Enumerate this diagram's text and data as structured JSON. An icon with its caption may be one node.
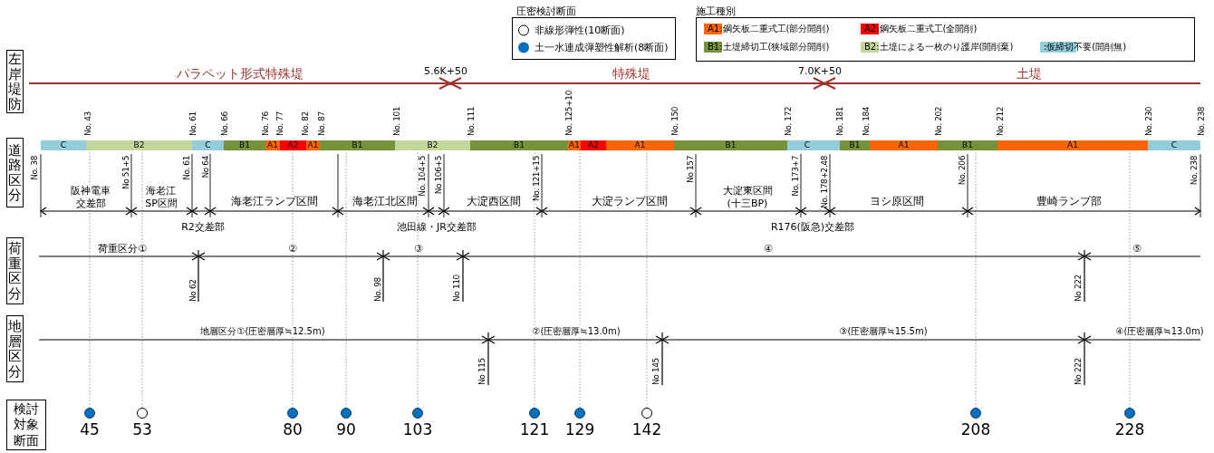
{
  "diagram": {
    "nodes": [
      {
        "text": [
          "左岸堤防"
        ]
      },
      {
        "text": [
          "道路区分"
        ]
      },
      {
        "text": [
          "荷重区分"
        ]
      },
      {
        "text": [
          "地層区分"
        ]
      },
      {
        "text": [
          "検討対象断面"
        ]
      },
      {
        "text": [
          "C"
        ]
      },
      {
        "text": [
          "B2"
        ]
      },
      {
        "text": [
          "C"
        ]
      },
      {
        "text": [
          "B1"
        ]
      },
      {
        "text": [
          "A1"
        ]
      },
      {
        "text": [
          "A2"
        ]
      },
      {
        "text": [
          "A1"
        ]
      },
      {
        "text": [
          "B1"
        ]
      },
      {
        "text": [
          "B2"
        ]
      },
      {
        "text": [
          "B1"
        ]
      },
      {
        "text": [
          "A1"
        ]
      },
      {
        "text": [
          "A2"
        ]
      },
      {
        "text": [
          "A1"
        ]
      },
      {
        "text": [
          "B1"
        ]
      },
      {
        "text": [
          "C"
        ]
      },
      {
        "text": [],
        "shape": "bar"
      },
      {
        "text": [
          "B1"
        ]
      },
      {
        "text": [
          "A1"
        ]
      },
      {
        "text": [
          "B1"
        ]
      },
      {
        "text": [
          "A1"
        ]
      },
      {
        "text": [
          "C"
        ]
      },
      {
        "text": [],
        "shape": "circle",
        "beside": [
          "45"
        ]
      },
      {
        "text": [],
        "shape": "circle",
        "beside": [
          "53"
        ]
      },
      {
        "text": [],
        "shape": "circle",
        "beside": [
          "80"
        ]
      },
      {
        "text": [],
        "shape": "circle",
        "beside": [
          "90"
        ]
      },
      {
        "text": [],
        "shape": "circle",
        "beside": [
          "103"
        ]
      },
      {
        "text": [],
        "shape": "circle",
        "beside": [
          "121"
        ]
      },
      {
        "text": [],
        "shape": "circle",
        "beside": [
          "129"
        ]
      },
      {
        "text": [],
        "shape": "circle",
        "beside": [
          "142"
        ]
      },
      {
        "text": [],
        "shape": "circle",
        "beside": [
          "208"
        ]
      },
      {
        "text": [],
        "shape": "circle",
        "beside": [
          "228"
        ]
      }
    ],
    "edges": [
      {
        "from": 26,
        "to": 6,
        "arrow": "none",
        "style": "dashed"
      },
      {
        "from": 27,
        "to": 6,
        "arrow": "none",
        "style": "dashed"
      },
      {
        "from": 28,
        "to": 10,
        "arrow": "none",
        "style": "dashed"
      },
      {
        "from": 29,
        "to": 12,
        "arrow": "none",
        "style": "dashed"
      },
      {
        "from": 30,
        "to": 13,
        "arrow": "none",
        "style": "dashed"
      },
      {
        "from": 31,
        "to": 14,
        "arrow": "none",
        "style": "dashed"
      },
      {
        "from": 32,
        "to": 15,
        "arrow": "none",
        "style": "dashed"
      },
      {
        "from": 33,
        "to": 17,
        "arrow": "none",
        "style": "dashed"
      },
      {
        "from": 34,
        "to": 23,
        "arrow": "none",
        "style": "dashed"
      },
      {
        "from": 35,
        "to": 24,
        "arrow": "none",
        "style": "dashed"
      }
    ],
    "labels": [
      "圧密検討断面",
      "施工種別",
      "パラペット形式特殊堤",
      "5.6K+50",
      "特殊堤",
      "7.0K+50",
      "土堤",
      "No. 43",
      "No. 61",
      "No. 66",
      "No. 76",
      "No. 77",
      "No. 82",
      "No. 87",
      "No. 101",
      "No. 111",
      "No. 125+10",
      "No. 150",
      "No. 172",
      "No. 181",
      "No. 184",
      "No. 202",
      "No. 212",
      "No. 230",
      "No. 238",
      "No. 38",
      "No 51+5",
      "No. 61",
      "No 64",
      "No. 104+5",
      "No 106+5",
      "No. 121+15",
      "No 157",
      "No. 173+7",
      "No. 178+2.48",
      "No. 206",
      "No. 238",
      "阪神電車交差部",
      "海老江SP区間",
      "海老江ランプ区間",
      "海老江北区間",
      "大淀西区間",
      "大淀ランプ区間",
      "大淀東区間(十三BP)",
      "ヨシ原区間",
      "豊崎ランプ部",
      "R2交差部",
      "池田線・JR交差部",
      "R176(阪急)交差部",
      "荷重区分①",
      "②",
      "③",
      "④",
      "⑤",
      "No 62",
      "No. 98",
      "No 110",
      "No 222",
      "地層区分①(圧密層厚≒12.5m)",
      "②(圧密層厚≒13.0m)",
      "③(圧密層厚≒15.5m)",
      "④(圧密層厚≒13.0m)",
      "No 115",
      "No 145",
      "No 222"
    ],
    "legend": [
      {
        "text": "非線形弾性(10断面)"
      },
      {
        "text": "土一水連成弾塑性解析(8断面)"
      },
      {
        "text": "A1:鋼矢板二重式工(部分開削)",
        "color": "#ff6600"
      },
      {
        "text": "A2:鋼矢板二重式工(全開削)",
        "color": "#ff0000"
      },
      {
        "text": "B1:土堤締切工(狭域部分開削)",
        "color": "#76933c"
      },
      {
        "text": "B2:土堤による一枚のり護岸(開削棄)",
        "color": "#c4d79b"
      },
      {
        "text": ":仮締切不要(開削無)",
        "color": "#92cddc"
      }
    ]
  }
}
